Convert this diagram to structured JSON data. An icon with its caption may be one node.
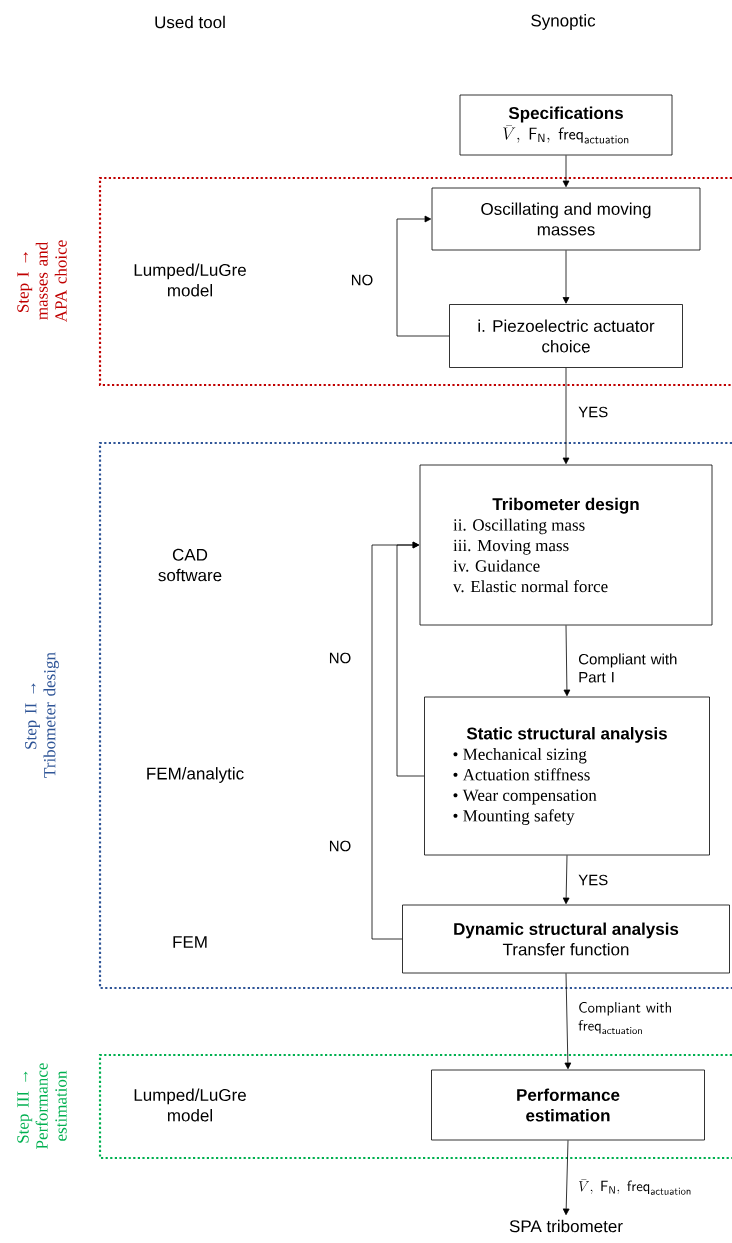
{
  "diagram": {
    "nodes": [
      {
        "text": [
          "Specifications",
          "\\bar{V},\\ \\mathsf{F}_{\\mathsf{N}},\\ \\mathsf{freq}_{\\mathsf{actuation}}"
        ]
      },
      {
        "text": [
          "Step I → masses and APA choice"
        ]
      },
      {
        "text": [
          "Oscillating and moving masses"
        ],
        "in": 1
      },
      {
        "text": [
          "i. Piezoelectric actuator choice"
        ],
        "in": 1
      },
      {
        "text": [
          "Step II → Tribometer design"
        ]
      },
      {
        "text": [
          "Tribometer design",
          "ii. Oscillating mass",
          "iii. Moving mass",
          "iv. Guidance",
          "v. Elastic normal force"
        ],
        "in": 4
      },
      {
        "text": [
          "Static structural analysis",
          "• Mechanical sizing",
          "• Actuation stiffness",
          "• Wear compensation",
          "• Mounting safety"
        ],
        "in": 4
      },
      {
        "text": [
          "Dynamic structural analysis",
          "Transfer function"
        ],
        "in": 4
      },
      {
        "text": [
          "Step III → Performance estimation"
        ]
      },
      {
        "text": [
          "Performance estimation"
        ],
        "in": 8
      },
      {
        "text": [
          "SPA tribometer"
        ]
      }
    ],
    "edges": [
      {
        "from": 0,
        "to": 2,
        "arrow": "to"
      },
      {
        "from": 2,
        "to": 3,
        "arrow": "to"
      },
      {
        "from": 3,
        "to": 2,
        "arrow": "to",
        "label": "NO"
      },
      {
        "from": 3,
        "to": 5,
        "arrow": "to",
        "label": "YES"
      },
      {
        "from": 5,
        "to": 6,
        "arrow": "to",
        "label": "Compliant with Part I"
      },
      {
        "from": 6,
        "to": 5,
        "arrow": "to",
        "label": "NO"
      },
      {
        "from": 6,
        "to": 7,
        "arrow": "to",
        "label": "YES"
      },
      {
        "from": 7,
        "to": 5,
        "arrow": "to",
        "label": "NO"
      },
      {
        "from": 7,
        "to": 9,
        "arrow": "to",
        "label": "\\mathsf{Compliant\\ with}\\allowbreak\\ \\mathsf{freq}_{\\mathsf{actuation}}"
      },
      {
        "from": 9,
        "to": 10,
        "arrow": "to",
        "label": "\\bar{V},\\ \\mathsf{F}_{\\mathsf{N}},\\ \\mathsf{freq}_{\\mathsf{actuation}}"
      }
    ],
    "labels": [
      "Used tool",
      "Synoptic",
      "Lumped/LuGre model",
      "CAD software",
      "FEM/analytic",
      "FEM",
      "Lumped/LuGre model"
    ]
  }
}
